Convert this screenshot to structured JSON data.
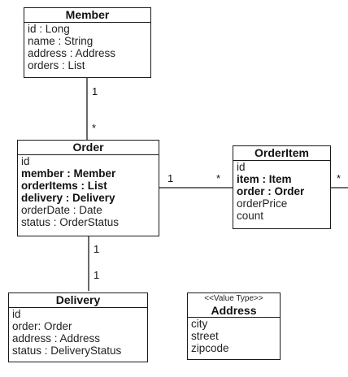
{
  "classes": {
    "member": {
      "title": "Member",
      "attributes": [
        {
          "text": "id : Long",
          "bold": false
        },
        {
          "text": "name : String",
          "bold": false
        },
        {
          "text": "address : Address",
          "bold": false
        },
        {
          "text": "orders : List",
          "bold": false
        }
      ]
    },
    "order": {
      "title": "Order",
      "attributes": [
        {
          "text": "id",
          "bold": false
        },
        {
          "text": "member : Member",
          "bold": true
        },
        {
          "text": "orderItems : List",
          "bold": true
        },
        {
          "text": "delivery : Delivery",
          "bold": true
        },
        {
          "text": "orderDate : Date",
          "bold": false
        },
        {
          "text": "status : OrderStatus",
          "bold": false
        }
      ]
    },
    "orderitem": {
      "title": "OrderItem",
      "attributes": [
        {
          "text": "id",
          "bold": false
        },
        {
          "text": "item : Item",
          "bold": true
        },
        {
          "text": "order : Order",
          "bold": true
        },
        {
          "text": "orderPrice",
          "bold": false
        },
        {
          "text": "count",
          "bold": false
        }
      ]
    },
    "delivery": {
      "title": "Delivery",
      "attributes": [
        {
          "text": "id",
          "bold": false
        },
        {
          "text": "order: Order",
          "bold": false
        },
        {
          "text": "address : Address",
          "bold": false
        },
        {
          "text": "status : DeliveryStatus",
          "bold": false
        }
      ]
    },
    "address": {
      "stereotype": "<<Value Type>>",
      "title": "Address",
      "attributes": [
        {
          "text": "city",
          "bold": false
        },
        {
          "text": "street",
          "bold": false
        },
        {
          "text": "zipcode",
          "bold": false
        }
      ]
    }
  },
  "multiplicities": {
    "member_to_order_top": "1",
    "member_to_order_bottom": "*",
    "order_to_orderitem_left": "1",
    "order_to_orderitem_right": "*",
    "orderitem_right": "*",
    "order_to_delivery_top": "1",
    "order_to_delivery_bottom": "1"
  },
  "colors": {
    "line": "#1a1a1a",
    "text": "#111111",
    "background": "#ffffff"
  }
}
